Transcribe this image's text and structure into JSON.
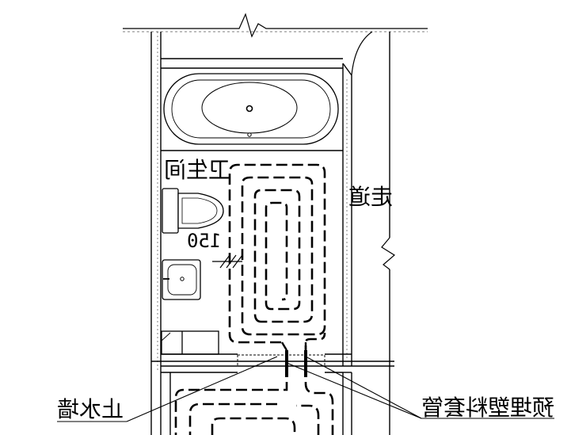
{
  "labels": {
    "room_bathroom": "卫生间",
    "corridor": "走道",
    "dimension": "150",
    "water_stop_dam": "止水墙",
    "embedded_sleeve": "预埋塑料套管"
  },
  "colors": {
    "line": "#000000",
    "background": "#ffffff"
  },
  "rendering": {
    "mirrored_text": true,
    "style": "CAD floor-heating plan, black line drawing"
  }
}
